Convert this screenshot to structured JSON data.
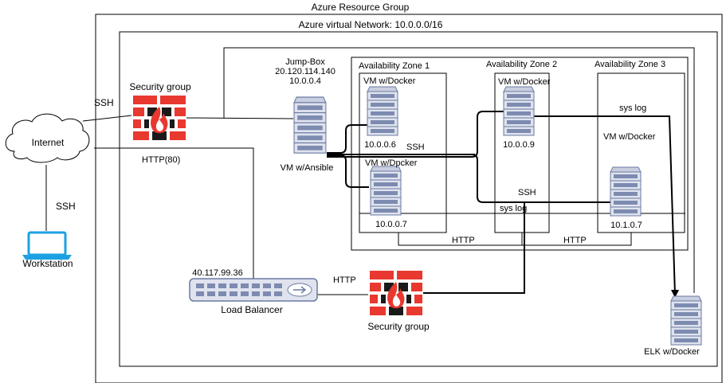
{
  "resource_group": {
    "title": "Azure Resource Group"
  },
  "vnet": {
    "title": "Azure virtual Network: 10.0.0.0/16"
  },
  "internet": {
    "label": "Internet"
  },
  "workstation": {
    "label": "Workstation"
  },
  "security_group_top": {
    "label": "Security group"
  },
  "security_group_bottom": {
    "label": "Security group"
  },
  "jumpbox": {
    "name": "Jump-Box",
    "public_ip": "20.120.114.140",
    "private_ip": "10.0.0.4",
    "role": "VM w/Ansible"
  },
  "zones": [
    {
      "label": "Availability Zone 1"
    },
    {
      "label": "Availability Zone 2"
    },
    {
      "label": "Availability Zone 3"
    }
  ],
  "vms": [
    {
      "title": "VM w/Docker",
      "ip": "10.0.0.6"
    },
    {
      "title": "VM w/Dpcker",
      "ip": "10.0.0.7"
    },
    {
      "title": "VM w/Docker",
      "ip": "10.0.0.9"
    },
    {
      "title": "VM w/Docker",
      "ip": "10.1.0.7"
    }
  ],
  "load_balancer": {
    "ip": "40.117.99.36",
    "label": "Load Balancer"
  },
  "elk": {
    "label": "ELK w/Docker"
  },
  "edges": {
    "ssh_internet": "SSH",
    "http_80": "HTTP(80)",
    "ssh_workstation": "SSH",
    "ssh_zone1": "SSH",
    "ssh_zone2": "SSH",
    "syslog_top": "sys log",
    "syslog_mid": "sys log",
    "http_left": "HTTP",
    "http_right": "HTTP",
    "http_lb": "HTTP"
  },
  "colors": {
    "firewall_red": "#e8382f",
    "firewall_black": "#1a1a1a",
    "server_fill": "#dfe3ee",
    "server_stroke": "#6a7aa2",
    "laptop_blue": "#1ba1e2"
  }
}
